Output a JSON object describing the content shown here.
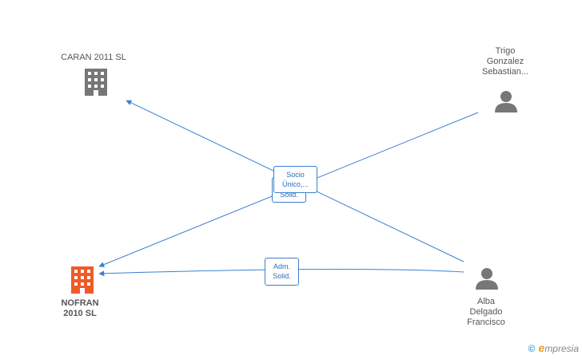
{
  "colors": {
    "edge": "#3b7fd0",
    "company_main": "#f05a28",
    "company": "#777777",
    "person": "#777777"
  },
  "nodes": [
    {
      "id": "caran",
      "type": "company",
      "icon": "building-icon",
      "label": "CARAN 2011 SL"
    },
    {
      "id": "nofran",
      "type": "company_main",
      "icon": "building-icon",
      "label": "NOFRAN\n2010 SL"
    },
    {
      "id": "trigo",
      "type": "person",
      "icon": "person-icon",
      "label": "Trigo\nGonzalez\nSebastian..."
    },
    {
      "id": "alba",
      "type": "person",
      "icon": "person-icon",
      "label": "Alba\nDelgado\nFrancisco"
    }
  ],
  "edges": [
    {
      "from": "alba",
      "to": "caran",
      "label": "Socio\nÚnico,..."
    },
    {
      "from": "trigo",
      "to": "nofran",
      "label": "Adm.\nSolid."
    },
    {
      "from": "alba",
      "to": "nofran",
      "label": "Adm.\nSolid."
    }
  ],
  "branding": {
    "copyright": "©",
    "initial": "e",
    "name": "mpresia"
  }
}
